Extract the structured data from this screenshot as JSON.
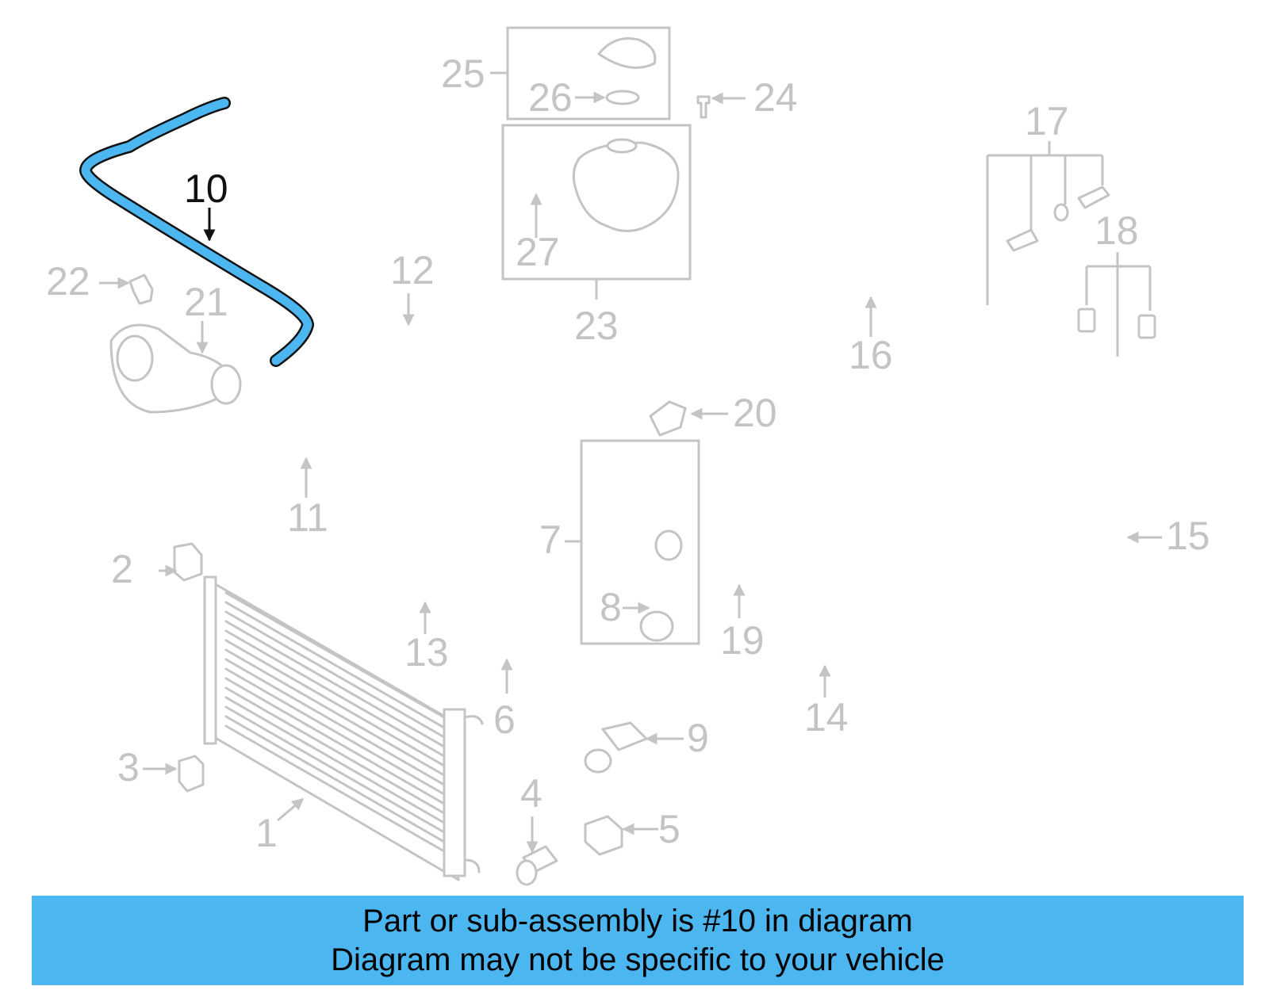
{
  "diagram": {
    "highlighted_part": "10",
    "highlight_color": "#4cb6f0",
    "part_color": "#c4c4c4",
    "callouts": [
      "1",
      "2",
      "3",
      "4",
      "5",
      "6",
      "7",
      "8",
      "9",
      "10",
      "11",
      "12",
      "13",
      "14",
      "15",
      "16",
      "17",
      "18",
      "19",
      "20",
      "21",
      "22",
      "23",
      "24",
      "25",
      "26",
      "27"
    ]
  },
  "banner": {
    "line1": "Part or sub-assembly is #10 in diagram",
    "line2": "Diagram may not be specific to your vehicle",
    "background": "#4cb6f0"
  }
}
